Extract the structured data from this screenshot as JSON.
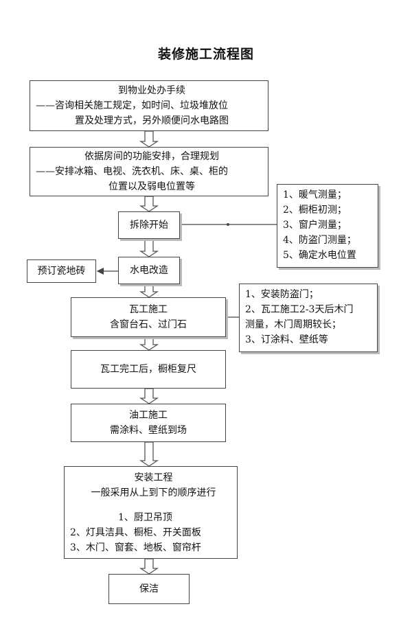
{
  "title": "装修施工流程图",
  "steps": {
    "s1": [
      "到物业处办手续",
      "——咨询相关施工规定，如时间、垃圾堆放位",
      "置及处理方式，另外顺便问水电路图"
    ],
    "s2": [
      "依据房间的功能安排，合理规划",
      "——安排冰箱、电视、洗衣机、床、桌、柜的",
      "位置以及弱电位置等"
    ],
    "s3": "拆除开始",
    "s4": "水电改造",
    "s5": [
      "瓦工施工",
      "含窗台石、过门石"
    ],
    "s6": "瓦工完工后，橱柜复尺",
    "s7": [
      "油工施工",
      "需涂料、壁纸到场"
    ],
    "s8": {
      "heading": [
        "安装工程",
        "一般采用从上到下的顺序进行"
      ],
      "items": [
        "1、厨卫吊顶",
        "2、灯具洁具、橱柜、开关面板",
        "3、木门、窗套、地板、窗帘杆"
      ]
    },
    "s9": "保洁"
  },
  "side_notes": {
    "measurements": [
      "1、暖气测量；",
      "2、橱柜初测；",
      "3、窗户测量；",
      "4、防盗门测量；",
      "5、确定水电位置"
    ],
    "tiles": "预订瓷地砖",
    "doors": [
      "1、安装防盗门；",
      "2、瓦工施工2-3天后木门",
      "测量，木门周期较长；",
      "3、订涂料、壁纸等"
    ]
  }
}
